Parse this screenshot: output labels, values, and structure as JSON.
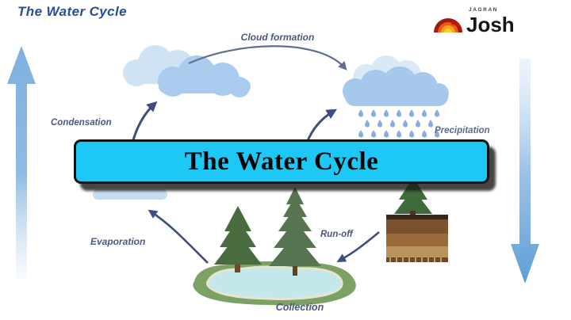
{
  "slide": {
    "heading": "The Water Cycle",
    "banner_text": "The Water Cycle"
  },
  "logo": {
    "top_text": "JAGRAN",
    "brand_text": "Josh"
  },
  "diagram": {
    "labels": {
      "cloud_formation": "Cloud formation",
      "condensation": "Condensation",
      "precipitation": "Precipitation",
      "evaporation": "Evaporation",
      "run_off": "Run-off",
      "collection": "Collection"
    }
  },
  "colors": {
    "banner_fill": "#1ec8f5",
    "banner_border": "#121212",
    "heading_blue": "#2a4d9b",
    "label_blue": "#4a5880",
    "arrow_navy": "#3d4d7d",
    "flow_arrow_blue": "#7fb0df",
    "cloud_light": "#cfe3f4",
    "cloud_mid": "#a9ccee",
    "rain_drop": "#8aaede",
    "pond_water": "#c4e7ec",
    "pond_grass": "#7ba164",
    "tree_green": "#486e41",
    "soil_brown": "#9a6a3b"
  }
}
